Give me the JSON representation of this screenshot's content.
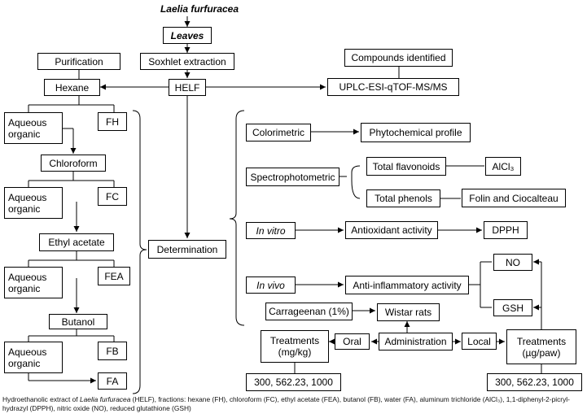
{
  "title": "Laelia furfuracea",
  "boxes": {
    "leaves": "Leaves",
    "purification": "Purification",
    "soxhlet": "Soxhlet extraction",
    "compounds": "Compounds identified",
    "hexane": "Hexane",
    "helf": "HELF",
    "uplc": "UPLC-ESI-qTOF-MS/MS",
    "aq1": "Aqueous organic",
    "fh": "FH",
    "chloroform": "Chloroform",
    "aq2": "Aqueous organic",
    "fc": "FC",
    "ethyl": "Ethyl acetate",
    "aq3": "Aqueous organic",
    "fea": "FEA",
    "butanol": "Butanol",
    "aq4": "Aqueous organic",
    "fb": "FB",
    "fa": "FA",
    "determination": "Determination",
    "colorimetric": "Colorimetric",
    "phyto": "Phytochemical profile",
    "spectro": "Spectrophotometric",
    "flavonoids": "Total flavonoids",
    "alcl3": "AlCl₃",
    "phenols": "Total phenols",
    "folin": "Folin and Ciocalteau",
    "invitro": "In vitro",
    "antiox": "Antioxidant activity",
    "dpph": "DPPH",
    "no": "NO",
    "invivo": "In vivo",
    "antiinf": "Anti-inflammatory activity",
    "gsh": "GSH",
    "carrageenan": "Carrageenan (1%)",
    "wistar": "Wistar rats",
    "treat_mg": "Treatments (mg/kg)",
    "oral": "Oral",
    "admin": "Administration",
    "local": "Local",
    "treat_ug": "Treatments (µg/paw)",
    "doses_left": "300, 562.23, 1000",
    "doses_right": "300, 562.23, 1000"
  },
  "caption": {
    "part1": "Hydroethanolic extract of ",
    "species": "Laelia furfuracea",
    "part2": " (HELF), fractions: hexane (FH), chloroform (FC), ethyl acetate (FEA), butanol (FB), water (FA), aluminum trichloride (AlCl₃), 1,1-diphenyl-2-picryl-hydrazyl (DPPH), nitric oxide (NO), reduced glutathione (GSH)"
  }
}
